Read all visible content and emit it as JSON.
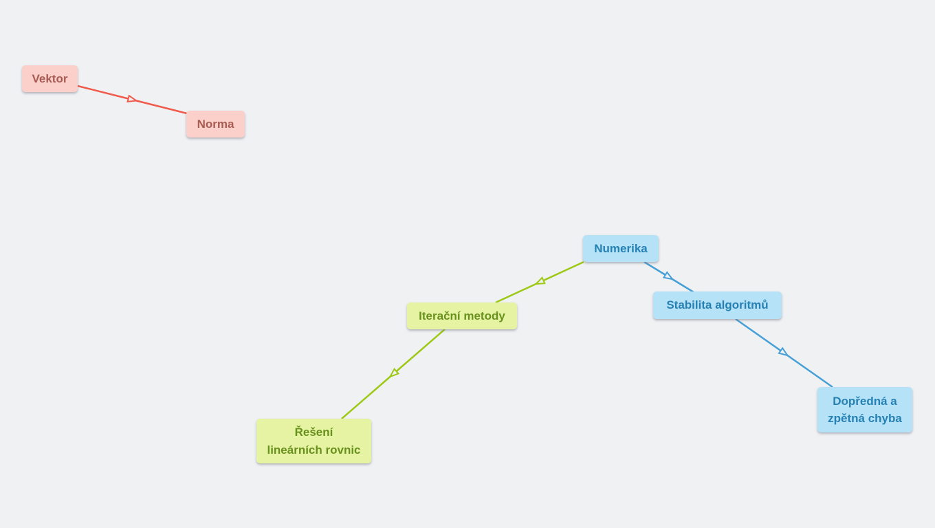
{
  "palette": {
    "background": "#eff1f3",
    "red": {
      "line": "#f05a4a",
      "node_bg": "#fbd0ca",
      "text": "#a85b52"
    },
    "green": {
      "line": "#9dc814",
      "node_bg": "#e6f3a3",
      "text": "#68901d"
    },
    "blue": {
      "line": "#469fd6",
      "node_bg": "#b6e2f8",
      "text": "#2581b3"
    }
  },
  "nodes": [
    {
      "name": "vektor",
      "branch": "red",
      "lines": [
        "Vektor"
      ]
    },
    {
      "name": "norma",
      "branch": "red",
      "lines": [
        "Norma"
      ]
    },
    {
      "name": "numerika",
      "branch": "blue",
      "lines": [
        "Numerika"
      ]
    },
    {
      "name": "iteracni-metody",
      "branch": "green",
      "lines": [
        "Iterační metody"
      ]
    },
    {
      "name": "reseni-linearnich-rovnic",
      "branch": "green",
      "lines": [
        "Řešení",
        "lineárních rovnic"
      ]
    },
    {
      "name": "stabilita-algoritmu",
      "branch": "blue",
      "lines": [
        "Stabilita algoritmů"
      ]
    },
    {
      "name": "dopredna-a-zpetna-chyba",
      "branch": "blue",
      "lines": [
        "Dopředná a",
        "zpětná chyba"
      ]
    }
  ],
  "edges": [
    {
      "from": "Vektor",
      "to": "Norma",
      "color": "#f05a4a"
    },
    {
      "from": "Numerika",
      "to": "Iterační metody",
      "color": "#9dc814"
    },
    {
      "from": "Iterační metody",
      "to": "Řešení lineárních rovnic",
      "color": "#9dc814"
    },
    {
      "from": "Numerika",
      "to": "Stabilita algoritmů",
      "color": "#469fd6"
    },
    {
      "from": "Stabilita algoritmů",
      "to": "Dopředná a zpětná chyba",
      "color": "#469fd6"
    }
  ]
}
